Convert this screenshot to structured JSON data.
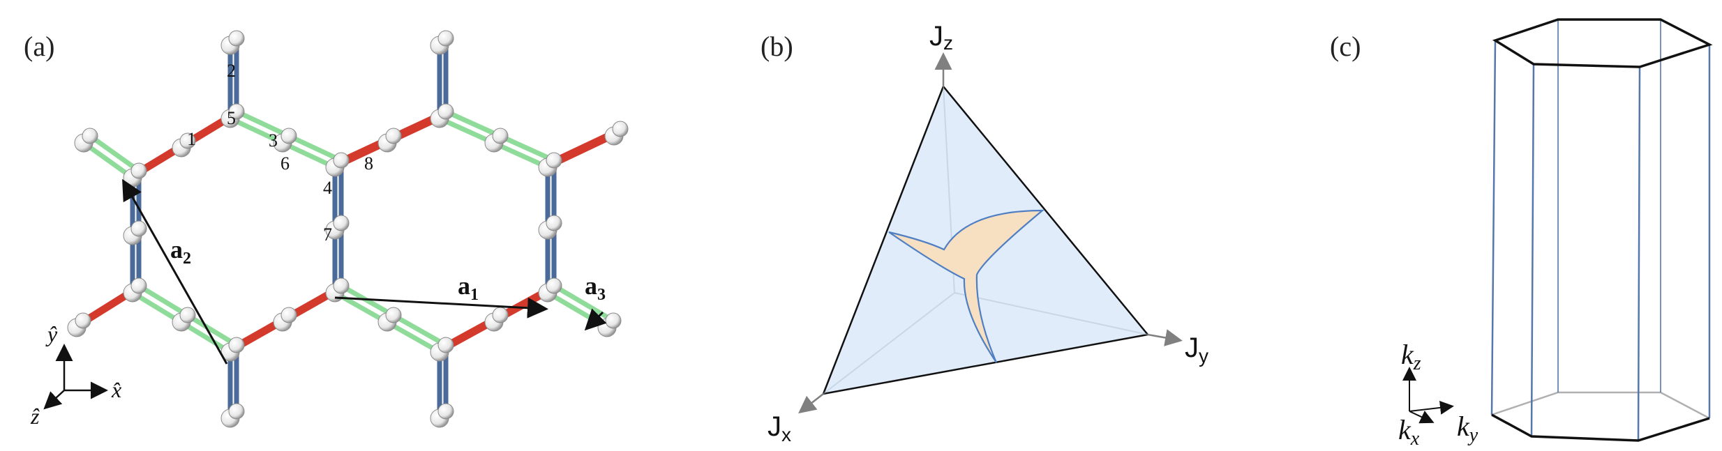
{
  "panels": {
    "a": {
      "label": "(a)",
      "site_numbers": [
        "1",
        "2",
        "3",
        "4",
        "5",
        "6",
        "7",
        "8"
      ],
      "vectors": {
        "a1": {
          "symbol": "a",
          "sub": "1"
        },
        "a2": {
          "symbol": "a",
          "sub": "2"
        },
        "a3": {
          "symbol": "a",
          "sub": "3"
        }
      },
      "axes": {
        "x": "x̂",
        "y": "ŷ",
        "z": "ẑ"
      },
      "bond_colors": {
        "x_bond": "#d33a2c",
        "y_bond": "#8fdc9a",
        "z_bond": "#4a6a99"
      }
    },
    "b": {
      "label": "(b)",
      "axes": {
        "Jz": {
          "main": "J",
          "sub": "z"
        },
        "Jy": {
          "main": "J",
          "sub": "y"
        },
        "Jx": {
          "main": "J",
          "sub": "x"
        }
      },
      "colors": {
        "triangle_fill": "#dbe9f9",
        "region_fill": "#f7dfc2",
        "region_stroke": "#4f7ec2"
      }
    },
    "c": {
      "label": "(c)",
      "axes": {
        "kz": {
          "main": "k",
          "sub": "z"
        },
        "kx": {
          "main": "k",
          "sub": "x"
        },
        "ky": {
          "main": "k",
          "sub": "y"
        }
      },
      "colors": {
        "prism_front": "#5577aa",
        "prism_back": "#b0b0b0"
      }
    }
  }
}
